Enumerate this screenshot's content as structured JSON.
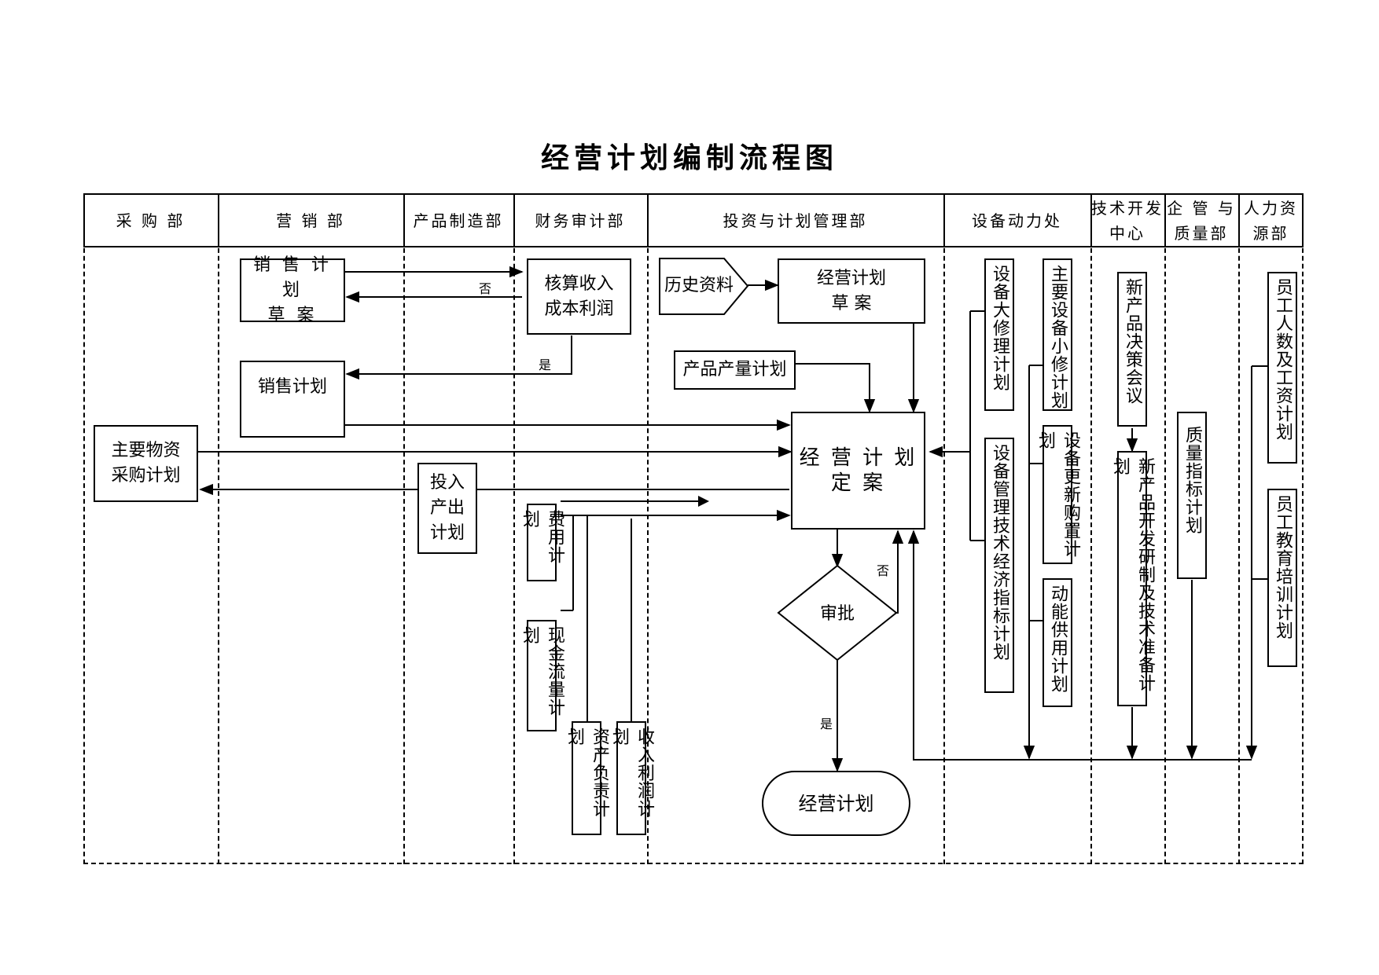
{
  "title": "经营计划编制流程图",
  "lanes": [
    "采 购 部",
    "营 销 部",
    "产品制造部",
    "财务审计部",
    "投资与计划管理部",
    "设备动力处",
    "技术开发\n中心",
    "企 管 与\n质量部",
    "人力资\n源部"
  ],
  "boxes": {
    "sales_draft": "销 售 计 划\n草    案",
    "accounting": "核算收入\n成本利润",
    "history": "历史资料",
    "plan_draft": "经营计划\n草    案",
    "product_output": "产品产量计划",
    "sales_plan": "销售计划",
    "material_purchase": "主要物资\n采购计划",
    "io_plan": "投入\n产出\n计划",
    "plan_final": "经 营 计 划\n定      案",
    "approval": "审批",
    "business_plan": "经营计划",
    "cost_plan": "费用计划",
    "cashflow_plan": "现金流量计划",
    "asset_liability": "资产负责计划",
    "income_profit": "收入利润计划",
    "equip_overhaul": "设备大修理计划",
    "equip_minor": "主要设备小修计划",
    "equip_renew": "设备更新购置计划",
    "energy_supply": "动能供用计划",
    "equip_mgmt": "设备管理技术经济指标计划",
    "new_product_meeting": "新产品决策会议",
    "new_product_dev": "新产品开发研制及技术准备计划",
    "quality_index": "质量指标计划",
    "staff_wage": "员工人数及工资计划",
    "staff_training": "员工教育培训计划"
  },
  "labels": {
    "no": "否",
    "yes": "是"
  }
}
